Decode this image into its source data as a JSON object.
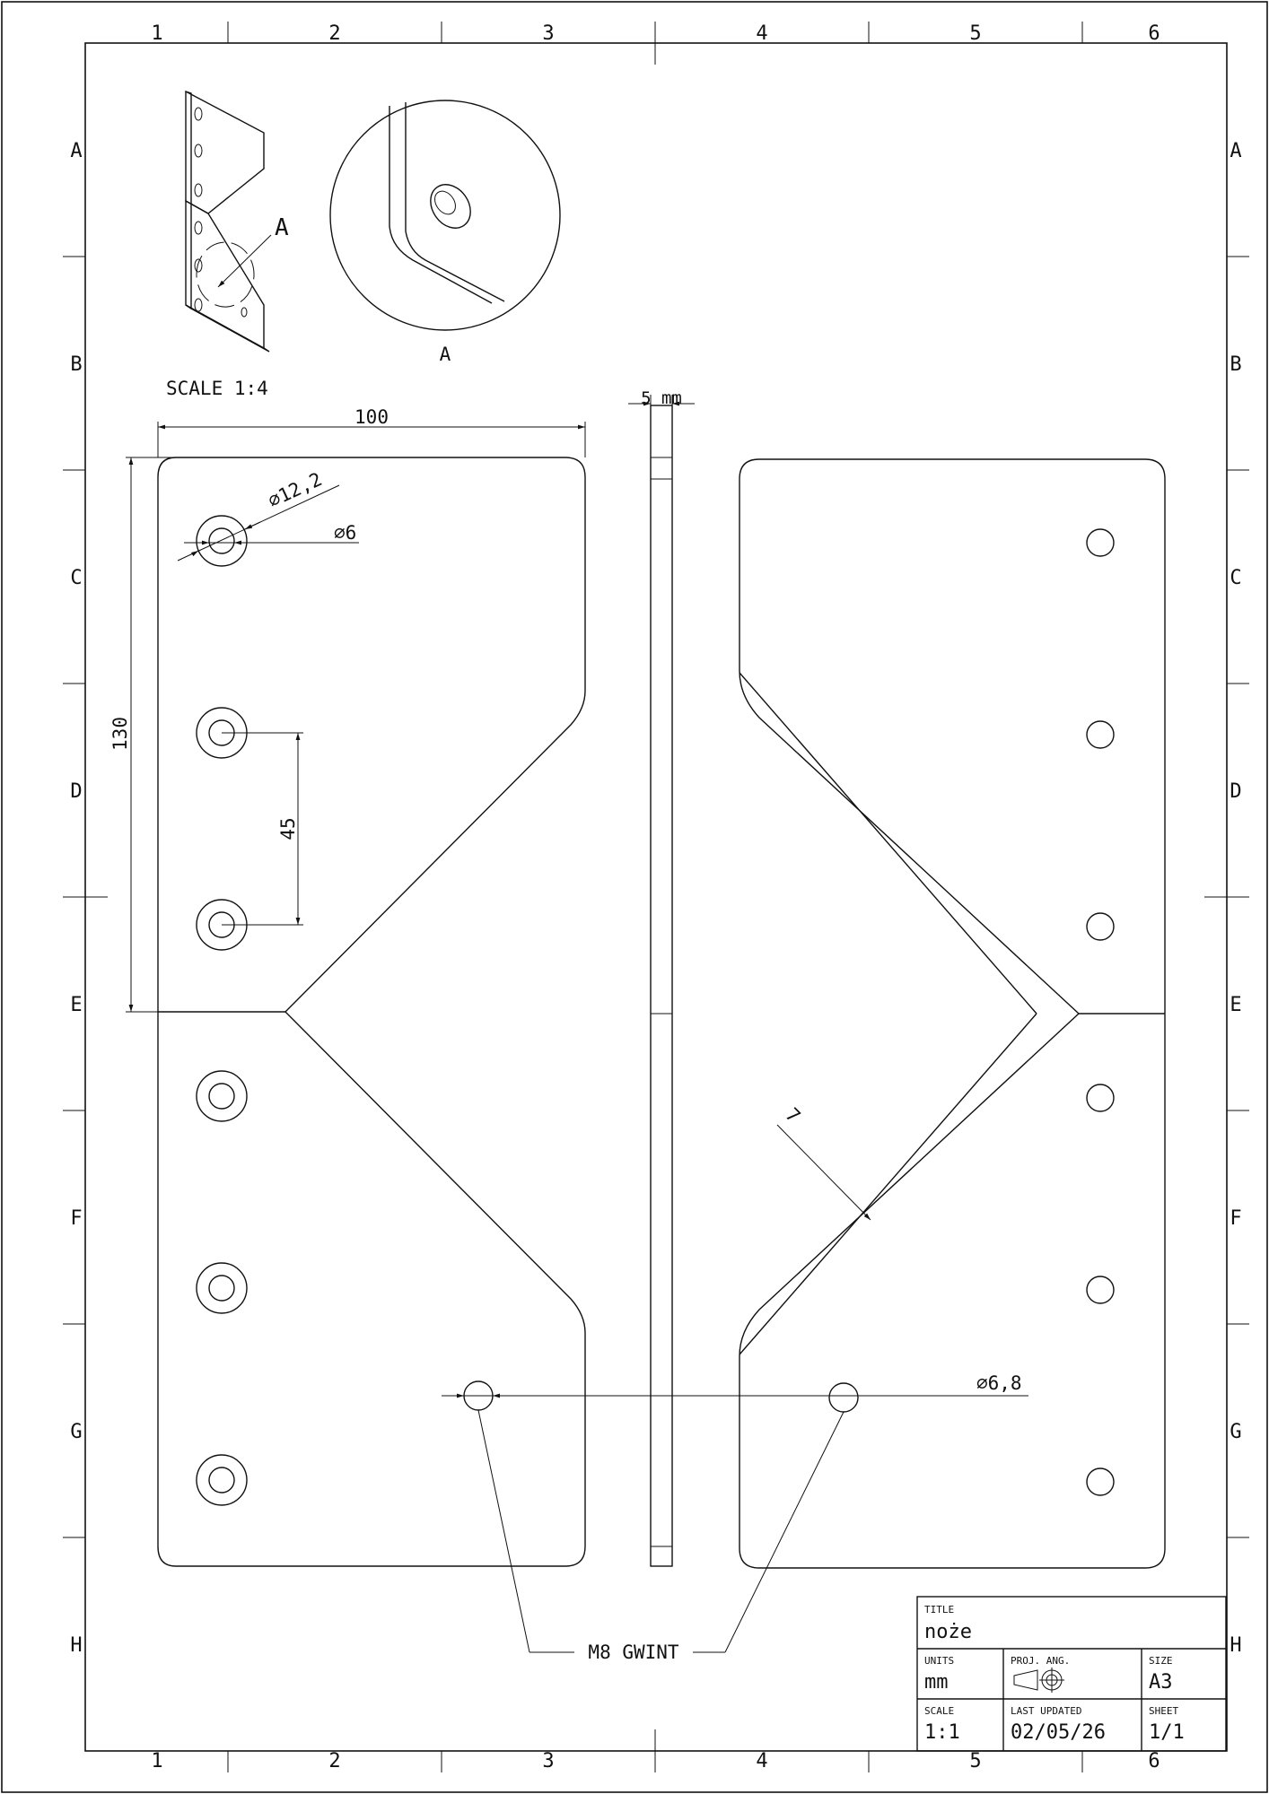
{
  "grid": {
    "columns": [
      "1",
      "2",
      "3",
      "4",
      "5",
      "6"
    ],
    "rows": [
      "A",
      "B",
      "C",
      "D",
      "E",
      "F",
      "G",
      "H"
    ]
  },
  "iso_view": {
    "scale_label": "SCALE 1:4",
    "callout": "A"
  },
  "detail_view": {
    "label": "A"
  },
  "dimensions": {
    "width": "100",
    "height": "130",
    "hole_spacing": "45",
    "counterbore_dia": "⌀12,2",
    "hole_dia": "⌀6",
    "thickness": "5 mm",
    "bevel": "7",
    "thread_hole_dia": "⌀6,8",
    "thread_note": "M8 GWINT"
  },
  "title_block": {
    "title_label": "TITLE",
    "title": "noże",
    "units_label": "UNITS",
    "units": "mm",
    "proj_label": "PROJ. ANG.",
    "size_label": "SIZE",
    "size": "A3",
    "scale_label": "SCALE",
    "scale": "1:1",
    "updated_label": "LAST UPDATED",
    "updated": "02/05/26",
    "sheet_label": "SHEET",
    "sheet": "1/1"
  }
}
